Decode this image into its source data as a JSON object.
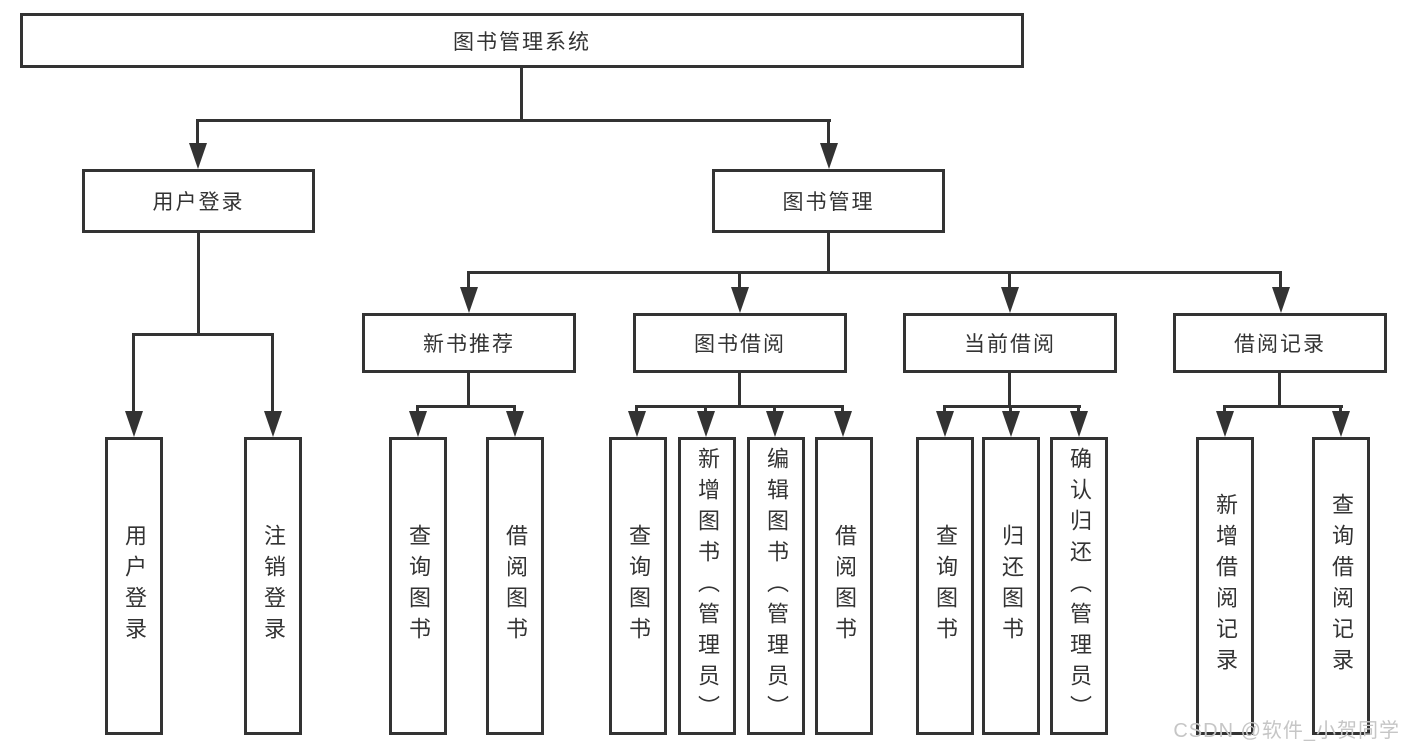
{
  "tree": {
    "root": "图书管理系统",
    "branches": [
      {
        "label": "用户登录",
        "children": [
          "用户登录",
          "注销登录"
        ]
      },
      {
        "label": "图书管理",
        "children": [
          {
            "label": "新书推荐",
            "children": [
              "查询图书",
              "借阅图书"
            ]
          },
          {
            "label": "图书借阅",
            "children": [
              "查询图书",
              "新增图书（管理员）",
              "编辑图书（管理员）",
              "借阅图书"
            ]
          },
          {
            "label": "当前借阅",
            "children": [
              "查询图书",
              "归还图书",
              "确认归还（管理员）"
            ]
          },
          {
            "label": "借阅记录",
            "children": [
              "新增借阅记录",
              "查询借阅记录"
            ]
          }
        ]
      }
    ]
  },
  "watermark": "CSDN @软件_小贺同学",
  "colors": {
    "line": "#333333",
    "text": "#333333",
    "background": "#ffffff",
    "watermark": "#c6c6c6"
  }
}
